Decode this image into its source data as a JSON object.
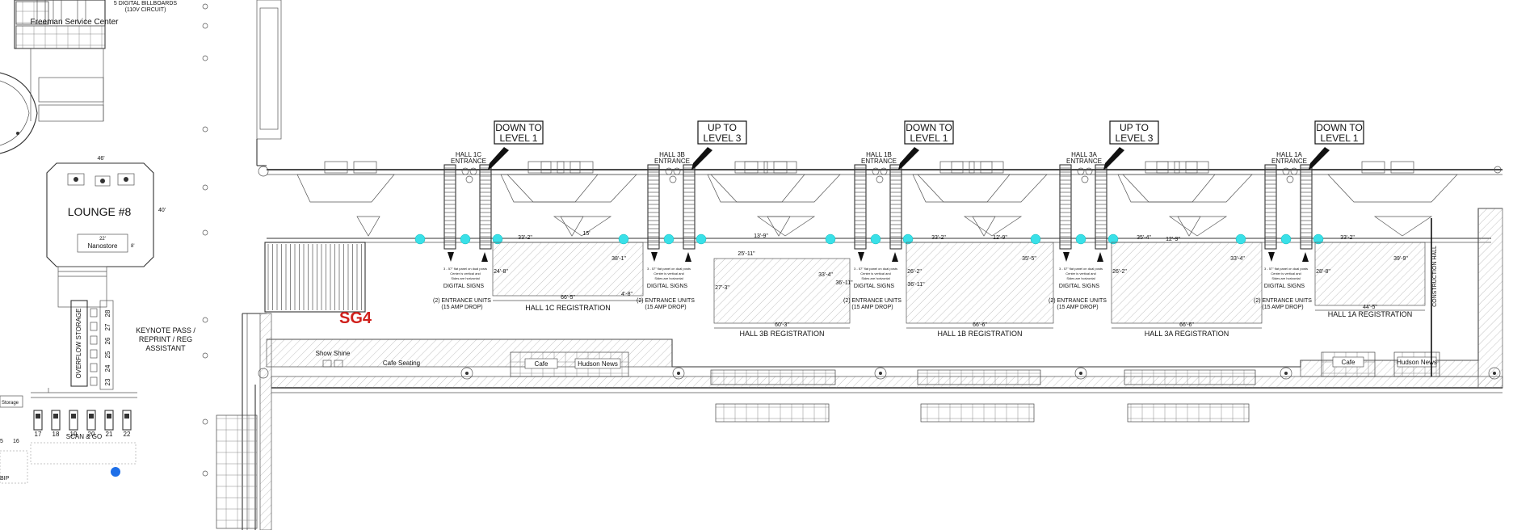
{
  "header": {
    "billboard_note": "5 DIGITAL BILLBOARDS",
    "billboard_circuit": "(110V CIRCUIT)",
    "service_center": "Freeman Service Center"
  },
  "lounge": {
    "title": "LOUNGE #8",
    "store": "Nanostore",
    "dim_top": "46'",
    "dim_side": "40'",
    "dim_store": "22'",
    "dim_store_side": "8'"
  },
  "overflow_storage": "OVERFLOW STORAGE",
  "keynote": [
    "KEYNOTE PASS /",
    "REPRINT / REG",
    "ASSISTANT"
  ],
  "stalls_vertical": [
    "28",
    "27",
    "26",
    "25",
    "24",
    "23"
  ],
  "stalls_bottom": [
    "17",
    "18",
    "19",
    "20",
    "21",
    "22"
  ],
  "left_edge": {
    "scan_go": "SCAN & GO",
    "storage": "Storage",
    "nums": [
      "5",
      "16"
    ],
    "bip": "BIP"
  },
  "sg4": "SG4",
  "callouts": [
    {
      "line1": "DOWN TO",
      "line2": "LEVEL 1"
    },
    {
      "line1": "UP TO",
      "line2": "LEVEL 3"
    },
    {
      "line1": "DOWN TO",
      "line2": "LEVEL 1"
    },
    {
      "line1": "UP TO",
      "line2": "LEVEL 3"
    },
    {
      "line1": "DOWN TO",
      "line2": "LEVEL 1"
    }
  ],
  "entrances": [
    {
      "line1": "HALL 1C",
      "line2": "ENTRANCE"
    },
    {
      "line1": "HALL 3B",
      "line2": "ENTRANCE"
    },
    {
      "line1": "HALL 1B",
      "line2": "ENTRANCE"
    },
    {
      "line1": "HALL 3A",
      "line2": "ENTRANCE"
    },
    {
      "line1": "HALL 1A",
      "line2": "ENTRANCE"
    }
  ],
  "registrations": [
    {
      "label": "HALL 1C REGISTRATION",
      "width_dim": "66'-5\"",
      "dim_a": "33'-2\"",
      "dim_b": "38'-1\"",
      "dim_c": "24'-8\""
    },
    {
      "label": "HALL 3B REGISTRATION",
      "width_dim": "60'-3\"",
      "dim_a": "25'-11\"",
      "dim_b": "33'-4\"",
      "dim_c": "27'-3\""
    },
    {
      "label": "HALL 1B REGISTRATION",
      "width_dim": "66'-6\"",
      "dim_a": "33'-2\"",
      "dim_b": "35'-5\"",
      "dim_c": "26'-2\""
    },
    {
      "label": "HALL 3A REGISTRATION",
      "width_dim": "66'-6\"",
      "dim_a": "35'-4\"",
      "dim_b": "33'-4\"",
      "dim_c": "26'-2\""
    },
    {
      "label": "HALL 1A REGISTRATION",
      "width_dim": "44'-5\"",
      "dim_a": "33'-2\"",
      "dim_b": "39'-9\"",
      "dim_c": "28'-8\""
    }
  ],
  "digital_signs": "DIGITAL SIGNS",
  "entrance_units": [
    "(2) ENTRANCE UNITS",
    "(15 AMP DROP)"
  ],
  "sign_note": [
    "3 - 57\" flat panel on dual posts",
    "Center is vertical and",
    "Sides are horizontal"
  ],
  "concourse": {
    "show_shine": "Show Shine",
    "cafe_seating": "Cafe Seating",
    "cafe": "Cafe",
    "hudson": "Hudson News",
    "cafe2": "Cafe",
    "hudson2": "Hudson News",
    "construction_hall": "CONSTRUCTION HALL"
  },
  "misc_dims": {
    "d1": "36'-11\"",
    "d2": "36'-11\"",
    "d3": "12'-9\"",
    "d4": "12'-9\"",
    "d5": "13'-9\"",
    "d6": "15'",
    "d7": "4'-8\""
  },
  "colors": {
    "accent": "#d0201c",
    "marker": "#39e0e8",
    "dot": "#1e6fe8"
  }
}
